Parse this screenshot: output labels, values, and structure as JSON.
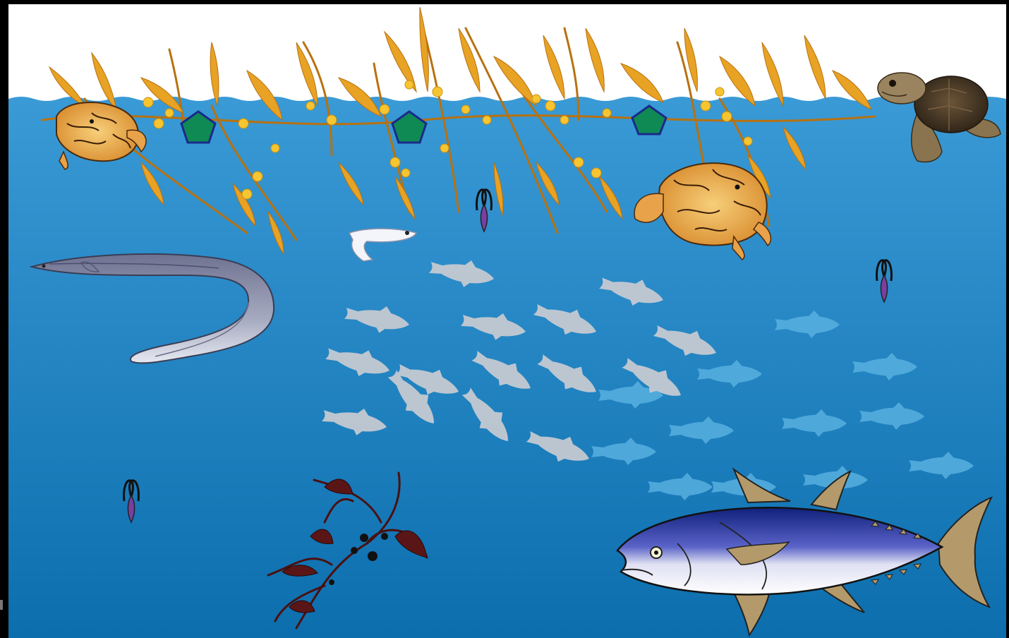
{
  "scene": {
    "frame_color": "#000000",
    "sky_color": "#ffffff",
    "water_top_color": "#2a8fcf",
    "water_bottom_color": "#0d6fae",
    "subjects": [
      "sargassum-mat",
      "sargassum-fish",
      "sea-turtle-hatchling",
      "eel",
      "larval-fish",
      "fish-school",
      "tuna",
      "sinking-sargassum",
      "plankton"
    ]
  },
  "colors": {
    "sargassum": "#e8a224",
    "sargassum_dark": "#b8710f",
    "float_bladder": "#f7c531",
    "pentagon_fill": "#0f8a55",
    "pentagon_stroke": "#1a2a8a",
    "eel_body": "#8d91a8",
    "school_near": "#c9ccd2",
    "school_far": "#5cb3e2",
    "tuna_back": "#1f2f8c",
    "tuna_belly": "#f2f2f5",
    "tuna_fin": "#b49a6a",
    "deep_sargassum": "#5a1616",
    "plankton_body": "#7a3fa0"
  }
}
